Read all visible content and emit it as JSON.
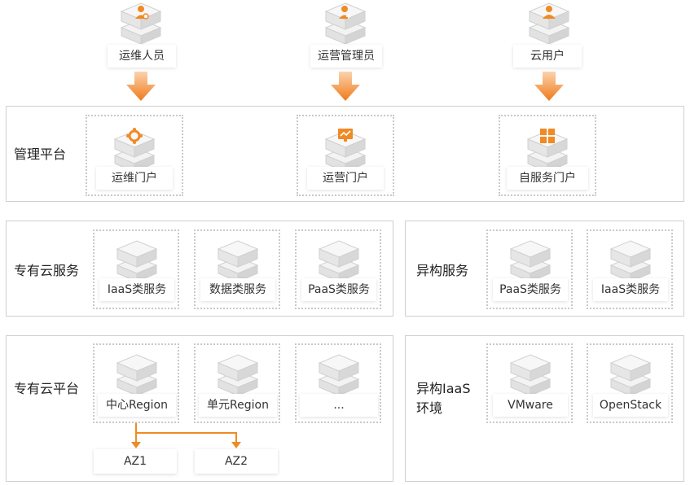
{
  "roles": [
    "运维人员",
    "运营管理员",
    "云用户"
  ],
  "management": {
    "title": "管理平台",
    "portals": [
      "运维门户",
      "运营门户",
      "自服务门户"
    ]
  },
  "private_services": {
    "title": "专有云服务",
    "items": [
      "IaaS类服务",
      "数据类服务",
      "PaaS类服务"
    ]
  },
  "hetero_services": {
    "title": "异构服务",
    "items": [
      "PaaS类服务",
      "IaaS类服务"
    ]
  },
  "private_platform": {
    "title": "专有云平台",
    "items": [
      "中心Region",
      "单元Region",
      "..."
    ],
    "azs": [
      "AZ1",
      "AZ2"
    ]
  },
  "hetero_iaas": {
    "title_line1": "异构IaaS",
    "title_line2": "环境",
    "items": [
      "VMware",
      "OpenStack"
    ]
  },
  "colors": {
    "accent": "#f08a24",
    "border": "#cfcfcf",
    "cube": "#dcdcdc"
  },
  "icons": [
    "person-gear-icon",
    "person-plus-icon",
    "person-icon",
    "gear-ring-icon",
    "monitor-chart-icon",
    "grid-icon",
    "arrow-down-icon",
    "cube-icon"
  ]
}
